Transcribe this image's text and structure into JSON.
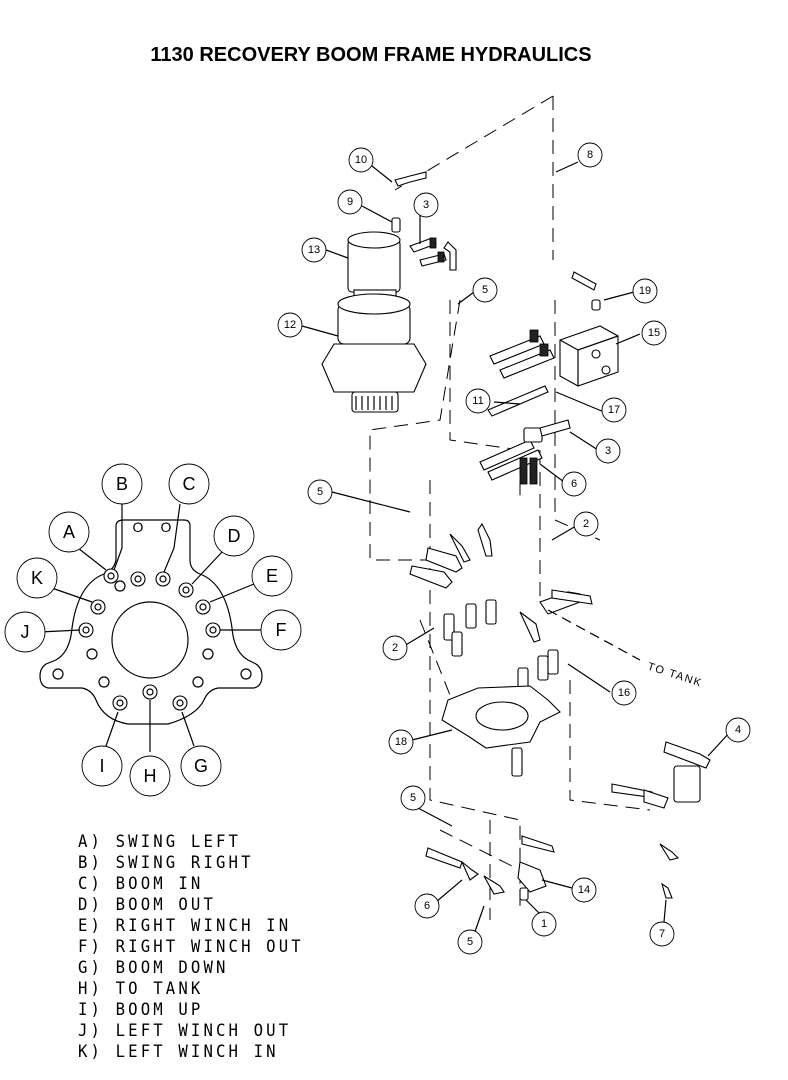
{
  "title": "1130 RECOVERY BOOM FRAME HYDRAULICS",
  "callouts": [
    "10",
    "9",
    "3",
    "13",
    "8",
    "5",
    "19",
    "12",
    "15",
    "11",
    "17",
    "3",
    "6",
    "5",
    "2",
    "2",
    "16",
    "4",
    "18",
    "5",
    "14",
    "6",
    "1",
    "5",
    "7"
  ],
  "port_labels": [
    "B",
    "C",
    "A",
    "D",
    "K",
    "E",
    "J",
    "F",
    "I",
    "H",
    "G"
  ],
  "port_marks": [
    "O",
    "O"
  ],
  "to_tank": "TO TANK",
  "legend": [
    "A) SWING LEFT",
    "B) SWING RIGHT",
    "C) BOOM IN",
    "D) BOOM OUT",
    "E) RIGHT WINCH IN",
    "F) RIGHT WINCH OUT",
    "G) BOOM DOWN",
    "H) TO TANK",
    "I) BOOM UP",
    "J) LEFT WINCH OUT",
    "K) LEFT WINCH IN"
  ]
}
